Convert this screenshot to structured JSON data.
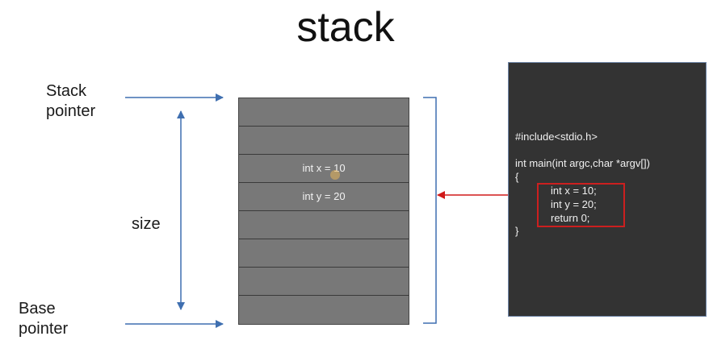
{
  "title": "stack",
  "labels": {
    "stack_pointer": [
      "Stack",
      "pointer"
    ],
    "base_pointer": [
      "Base",
      "pointer"
    ],
    "size": "size"
  },
  "stack": {
    "slots": [
      "",
      "",
      "int x = 10",
      "int y = 20",
      "",
      "",
      "",
      ""
    ]
  },
  "code": {
    "lines": [
      "#include<stdio.h>",
      "",
      "int main(int argc,char *argv[])",
      "{",
      "int x = 10;",
      "int y = 20;",
      "return 0;",
      "}"
    ]
  },
  "colors": {
    "arrow_blue": "#3f6fb0",
    "arrow_red": "#d11a1a",
    "stack_fill": "#787878",
    "code_bg": "#333333",
    "highlight": "#cc1f1f"
  }
}
